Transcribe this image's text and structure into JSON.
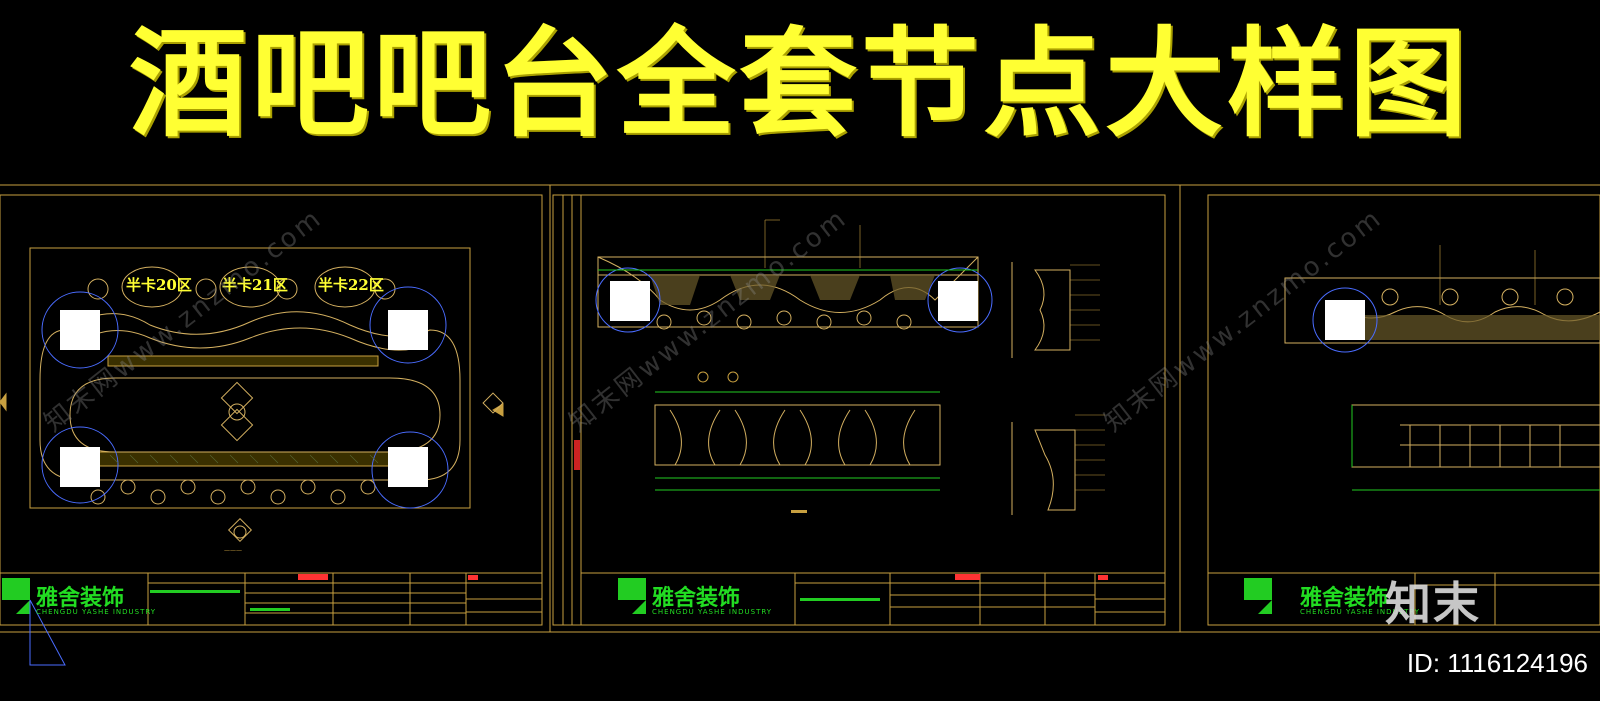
{
  "title": "酒吧吧台全套节点大样图",
  "zones": [
    "半卡20区",
    "半卡21区",
    "半卡22区"
  ],
  "brand": {
    "name": "雅舍装饰",
    "subtitle": "CHENGDU YASHE INDUSTRY"
  },
  "watermark": {
    "text": "知末网www.znzmo.com",
    "logo": "知末"
  },
  "image_id": "ID: 1116124196",
  "colors": {
    "background": "#000000",
    "title": "#ffff33",
    "frame": "#c8a040",
    "linework": "#d4b060",
    "green": "#22cc22",
    "red": "#ff3333"
  }
}
